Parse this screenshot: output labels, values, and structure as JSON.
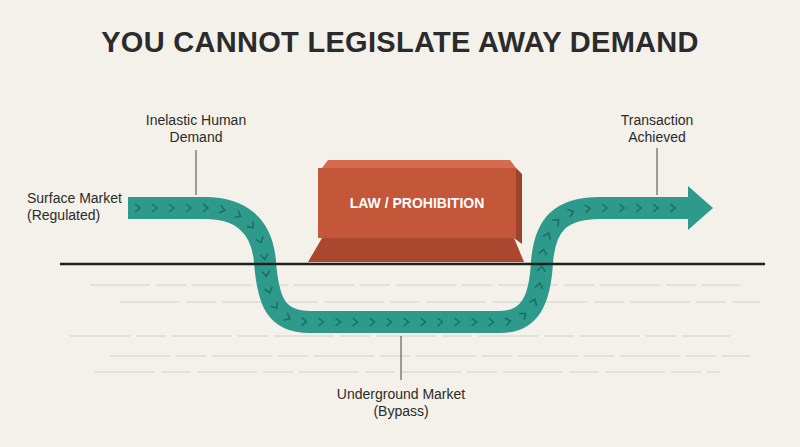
{
  "diagram": {
    "title": "YOU CANNOT LEGISLATE AWAY DEMAND",
    "nodes": [
      {
        "text": [
          "LAW / PROHIBITION"
        ]
      }
    ],
    "labels": [
      "Surface Market (Regulated)",
      "Inelastic Human Demand",
      "Transaction Achieved",
      "Underground Market (Bypass)"
    ]
  }
}
